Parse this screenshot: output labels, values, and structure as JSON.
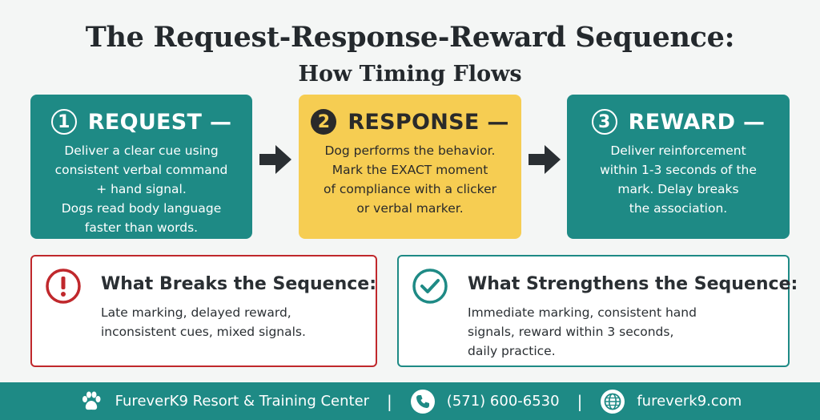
{
  "header": {
    "title": "The Request-Response-Reward Sequence:",
    "subtitle": "How Timing Flows"
  },
  "steps": [
    {
      "number": "1",
      "title": "REQUEST —",
      "lines": [
        "Deliver a clear cue using",
        "consistent verbal command",
        "+ hand signal.",
        "Dogs read body language",
        "faster than words."
      ]
    },
    {
      "number": "2",
      "title": "RESPONSE —",
      "lines": [
        "Dog performs the behavior.",
        "Mark the EXACT moment",
        "of compliance with a clicker",
        "or verbal marker."
      ]
    },
    {
      "number": "3",
      "title": "REWARD —",
      "lines": [
        "Deliver reinforcement",
        "within 1-3 seconds of the",
        "mark. Delay breaks",
        "the association."
      ]
    }
  ],
  "panels": {
    "breaks": {
      "title": "What Breaks the Sequence:",
      "lines": [
        "Late marking, delayed reward,",
        "inconsistent cues, mixed signals."
      ]
    },
    "strengthens": {
      "title": "What Strengthens the Sequence:",
      "lines": [
        "Immediate marking, consistent hand",
        "signals, reward within 3 seconds,",
        "daily practice."
      ]
    }
  },
  "footer": {
    "name": "FureverK9 Resort & Training Center",
    "separator": "|",
    "phone": "(571) 600-6530",
    "website": "fureverk9.com"
  },
  "icons": {
    "paw": "paw-icon",
    "phone": "phone-icon",
    "globe": "globe-icon",
    "alert": "exclamation-icon",
    "check": "checkmark-icon",
    "arrow": "arrow-right-icon"
  },
  "colors": {
    "teal": "#1e8a85",
    "yellow": "#f6cd52",
    "red": "#c0282c",
    "dark": "#24292d"
  }
}
